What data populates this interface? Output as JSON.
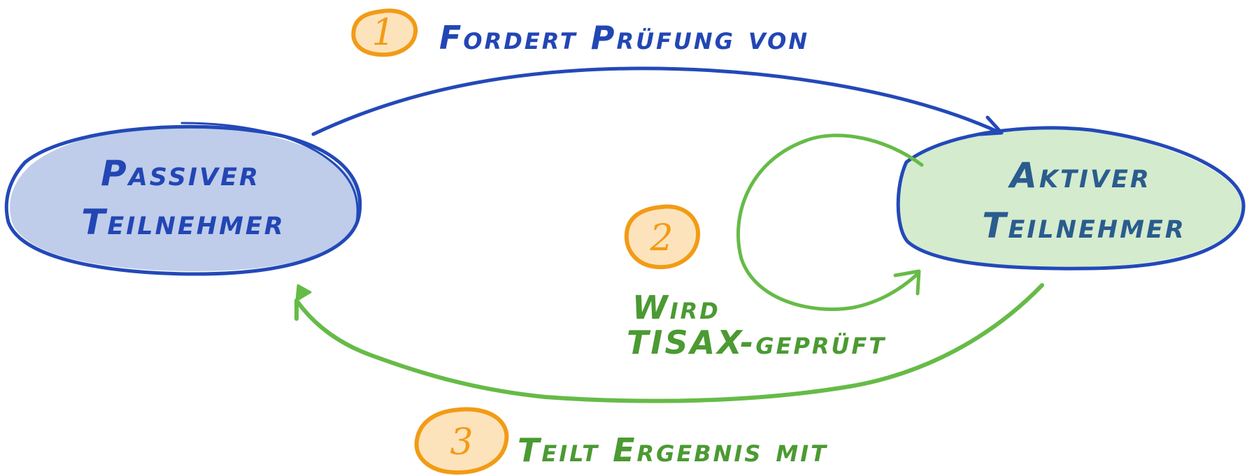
{
  "colors": {
    "blue": "#2349b8",
    "blue_text": "#2246b4",
    "blue_fill": "#bfcdeb",
    "green": "#66bb47",
    "green_text": "#4b9a32",
    "green_fill": "#d4ebce",
    "teal_text": "#2a5c8e",
    "orange": "#f29b16",
    "orange_fill": "#fde3bb"
  },
  "nodes": {
    "passive": {
      "line1": "Passiver",
      "line2": "Teilnehmer"
    },
    "active": {
      "line1": "Aktiver",
      "line2": "Teilnehmer"
    }
  },
  "steps": [
    {
      "number": "1",
      "label": "Fordert Prüfung von"
    },
    {
      "number": "2",
      "label_line1": "Wird",
      "label_line2": "TISAX-geprüft"
    },
    {
      "number": "3",
      "label": "Teilt Ergebnis mit"
    }
  ]
}
